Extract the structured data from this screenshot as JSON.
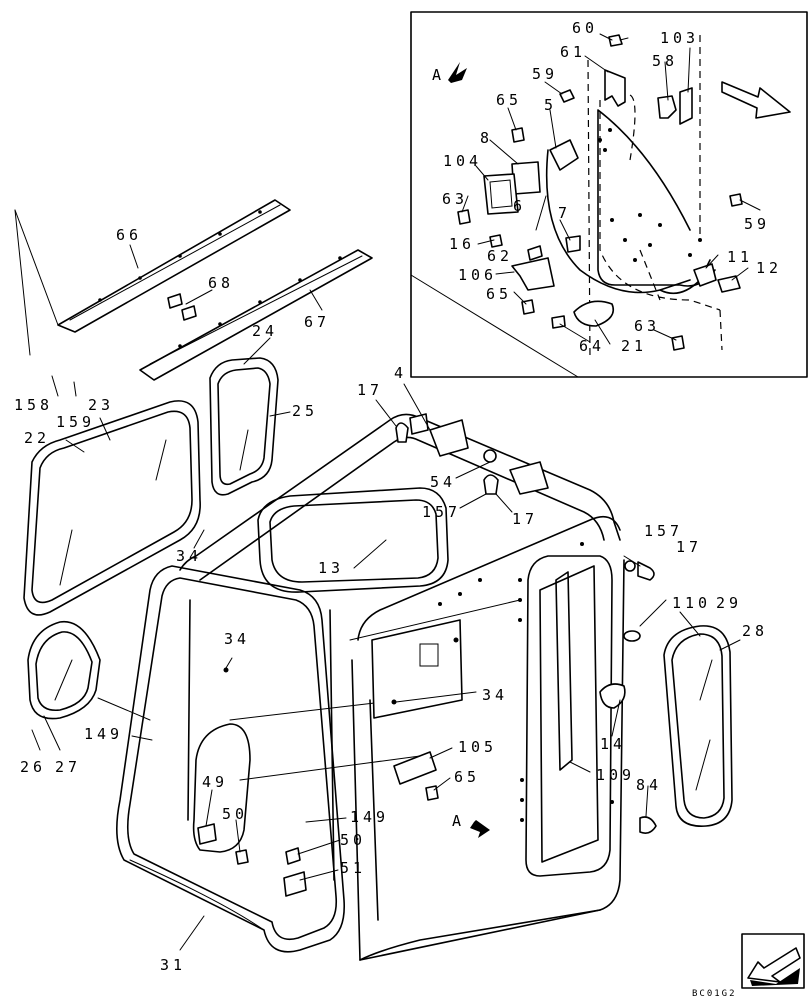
{
  "drawing_code": "BC01G2",
  "view_markers": {
    "upper": "A",
    "lower": "A"
  },
  "callouts": [
    {
      "id": "c60",
      "text": "60"
    },
    {
      "id": "c103",
      "text": "103"
    },
    {
      "id": "c61",
      "text": "61"
    },
    {
      "id": "c58",
      "text": "58"
    },
    {
      "id": "c59a",
      "text": "59"
    },
    {
      "id": "c65a",
      "text": "65"
    },
    {
      "id": "c5",
      "text": "5"
    },
    {
      "id": "c8",
      "text": "8"
    },
    {
      "id": "c104",
      "text": "104"
    },
    {
      "id": "c63a",
      "text": "63"
    },
    {
      "id": "c59b",
      "text": "59"
    },
    {
      "id": "c7",
      "text": "7"
    },
    {
      "id": "c6",
      "text": "6"
    },
    {
      "id": "c16",
      "text": "16"
    },
    {
      "id": "c62",
      "text": "62"
    },
    {
      "id": "c11",
      "text": "11"
    },
    {
      "id": "c12",
      "text": "12"
    },
    {
      "id": "c106",
      "text": "106"
    },
    {
      "id": "c65b",
      "text": "65"
    },
    {
      "id": "c63b",
      "text": "63"
    },
    {
      "id": "c64",
      "text": "64"
    },
    {
      "id": "c21",
      "text": "21"
    },
    {
      "id": "c66",
      "text": "66"
    },
    {
      "id": "c68",
      "text": "68"
    },
    {
      "id": "c67",
      "text": "67"
    },
    {
      "id": "c24",
      "text": "24"
    },
    {
      "id": "c158",
      "text": "158"
    },
    {
      "id": "c159",
      "text": "159"
    },
    {
      "id": "c23",
      "text": "23"
    },
    {
      "id": "c22",
      "text": "22"
    },
    {
      "id": "c25",
      "text": "25"
    },
    {
      "id": "c17a",
      "text": "17"
    },
    {
      "id": "c4",
      "text": "4"
    },
    {
      "id": "c54",
      "text": "54"
    },
    {
      "id": "c157a",
      "text": "157"
    },
    {
      "id": "c17b",
      "text": "17"
    },
    {
      "id": "c34a",
      "text": "34"
    },
    {
      "id": "c13",
      "text": "13"
    },
    {
      "id": "c157b",
      "text": "157"
    },
    {
      "id": "c17c",
      "text": "17"
    },
    {
      "id": "c110",
      "text": "110"
    },
    {
      "id": "c29",
      "text": "29"
    },
    {
      "id": "c28",
      "text": "28"
    },
    {
      "id": "c34b",
      "text": "34"
    },
    {
      "id": "c34c",
      "text": "34"
    },
    {
      "id": "c26",
      "text": "26"
    },
    {
      "id": "c27",
      "text": "27"
    },
    {
      "id": "c149a",
      "text": "149"
    },
    {
      "id": "c105",
      "text": "105"
    },
    {
      "id": "c14",
      "text": "14"
    },
    {
      "id": "c109",
      "text": "109"
    },
    {
      "id": "c84",
      "text": "84"
    },
    {
      "id": "c65c",
      "text": "65"
    },
    {
      "id": "c49",
      "text": "49"
    },
    {
      "id": "c50a",
      "text": "50"
    },
    {
      "id": "c149b",
      "text": "149"
    },
    {
      "id": "c50b",
      "text": "50"
    },
    {
      "id": "c51",
      "text": "51"
    },
    {
      "id": "c31",
      "text": "31"
    }
  ]
}
